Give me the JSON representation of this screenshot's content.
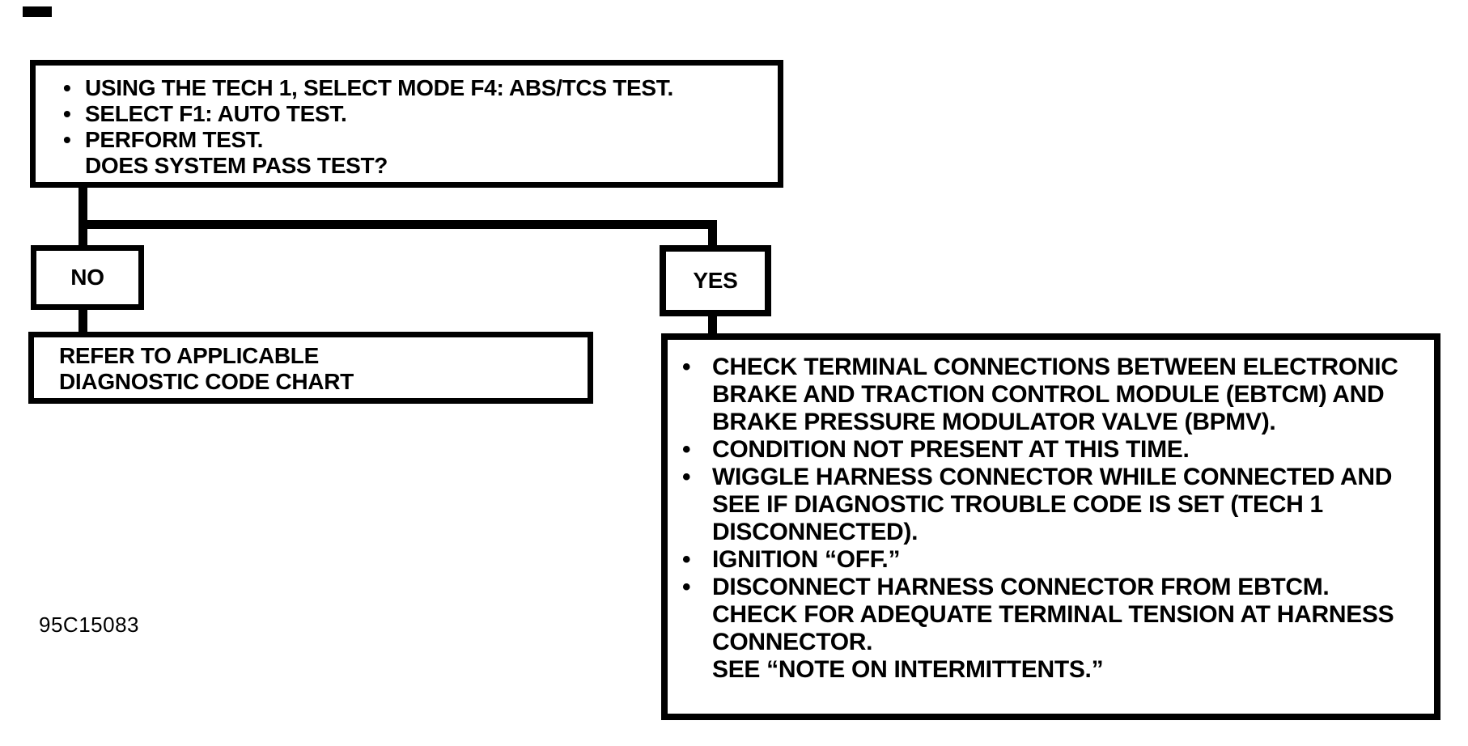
{
  "figure": {
    "id_label": "95C15083"
  },
  "glyphs": {
    "bullet": "•"
  },
  "colors": {
    "ink": "#000000",
    "paper": "#ffffff"
  },
  "start_box": {
    "items": [
      {
        "lines": [
          "USING THE TECH 1, SELECT MODE F4: ABS/TCS TEST."
        ]
      },
      {
        "lines": [
          "SELECT F1: AUTO TEST."
        ]
      },
      {
        "lines": [
          "PERFORM TEST.",
          "DOES SYSTEM PASS TEST?"
        ]
      }
    ]
  },
  "no_branch": {
    "label": "NO",
    "result_lines": [
      "REFER TO APPLICABLE",
      "DIAGNOSTIC CODE CHART"
    ]
  },
  "yes_branch": {
    "label": "YES",
    "items": [
      {
        "lines": [
          "CHECK TERMINAL CONNECTIONS BETWEEN ELECTRONIC",
          "BRAKE AND TRACTION CONTROL MODULE (EBTCM) AND",
          "BRAKE PRESSURE MODULATOR VALVE (BPMV)."
        ]
      },
      {
        "lines": [
          "CONDITION NOT PRESENT AT THIS TIME."
        ]
      },
      {
        "lines": [
          "WIGGLE HARNESS CONNECTOR WHILE CONNECTED AND",
          "SEE IF DIAGNOSTIC TROUBLE CODE IS SET (TECH 1",
          "DISCONNECTED)."
        ]
      },
      {
        "lines": [
          "IGNITION “OFF.”"
        ]
      },
      {
        "lines": [
          "DISCONNECT HARNESS CONNECTOR FROM EBTCM.",
          "CHECK FOR ADEQUATE TERMINAL TENSION AT HARNESS",
          "CONNECTOR.",
          "SEE “NOTE ON INTERMITTENTS.”"
        ]
      }
    ]
  }
}
